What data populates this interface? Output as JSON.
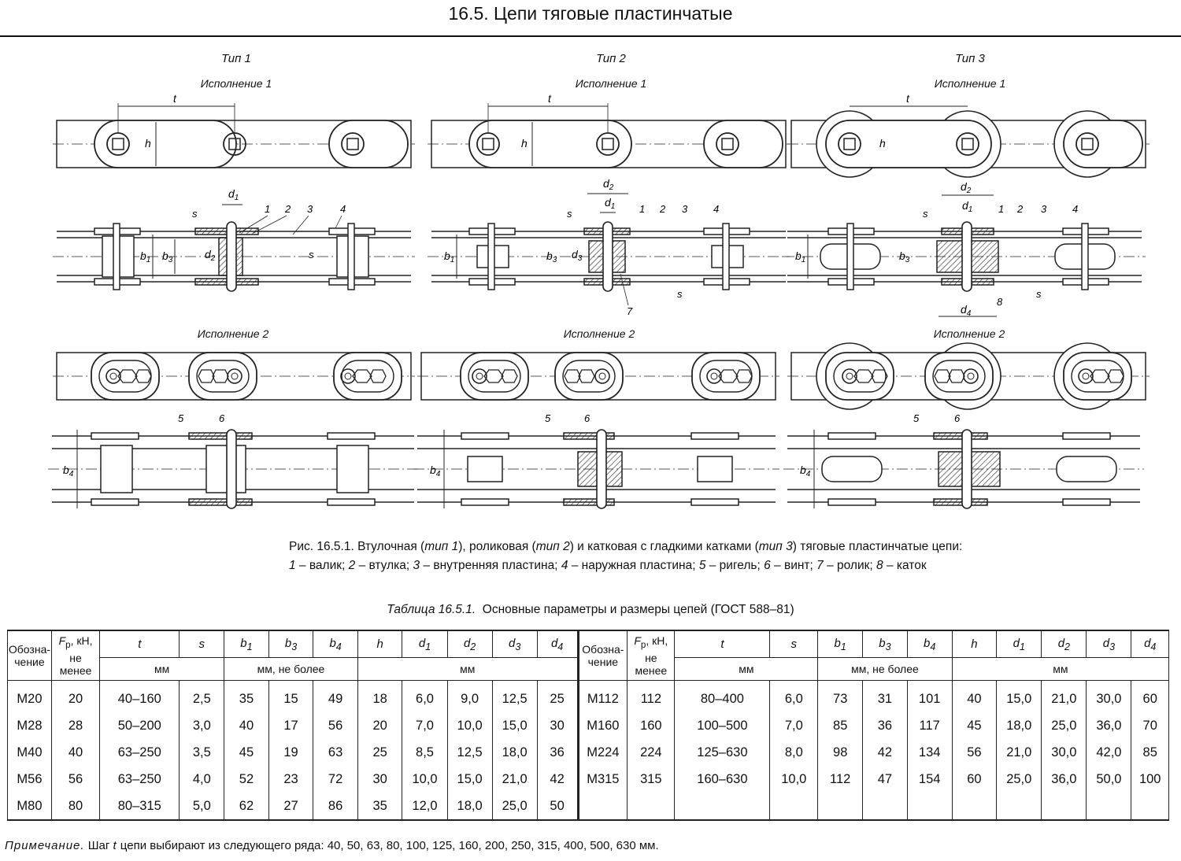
{
  "header": {
    "title": "16.5.  Цепи тяговые пластинчатые"
  },
  "figure": {
    "types": [
      {
        "type": "Тип 1",
        "variant1": "Исполнение 1",
        "variant2": "Исполнение 2"
      },
      {
        "type": "Тип 2",
        "variant1": "Исполнение 1",
        "variant2": "Исполнение 2"
      },
      {
        "type": "Тип 3",
        "variant1": "Исполнение 1",
        "variant2": "Исполнение 2"
      }
    ],
    "dimension_labels": {
      "t": "t",
      "h": "h",
      "b1": "b",
      "b3": "b",
      "b4": "b",
      "s": "s",
      "d1": "d",
      "d2": "d",
      "d3": "d",
      "d4": "d"
    },
    "subscripts": {
      "one": "1",
      "two": "2",
      "three": "3",
      "four": "4"
    },
    "part_numbers": [
      "1",
      "2",
      "3",
      "4",
      "5",
      "6",
      "7",
      "8"
    ]
  },
  "caption": {
    "prefix": "Рис. 16.5.1. Втулочная (",
    "t1": "тип 1",
    "mid1": "), роликовая (",
    "t2": "тип 2",
    "mid2": ") и катковая с гладкими катками (",
    "t3": "тип 3",
    "suffix": ") тяговые пластинчатые цепи:",
    "legend": [
      {
        "num": "1",
        "text": " – валик; "
      },
      {
        "num": "2",
        "text": " – втулка; "
      },
      {
        "num": "3",
        "text": " – внутренняя пластина; "
      },
      {
        "num": "4",
        "text": " – наружная пластина; "
      },
      {
        "num": "5",
        "text": " – ригель; "
      },
      {
        "num": "6",
        "text": " – винт; "
      },
      {
        "num": "7",
        "text": " – ролик; "
      },
      {
        "num": "8",
        "text": " – каток"
      }
    ]
  },
  "table": {
    "caption_prefix": "Таблица 16.5.1.",
    "caption_text": "Основные параметры и размеры цепей (ГОСТ 588–81)",
    "col_designation": "Обозна-\nчение",
    "col_fp_main": "F",
    "col_fp_sub": "р",
    "col_fp_rest": ", кН,\nне\nменее",
    "cols": {
      "t": "t",
      "s": "s",
      "b1": "b",
      "b1s": "1",
      "b3": "b",
      "b3s": "3",
      "b4": "b",
      "b4s": "4",
      "h": "h",
      "d1": "d",
      "d1s": "1",
      "d2": "d",
      "d2s": "2",
      "d3": "d",
      "d3s": "3",
      "d4": "d",
      "d4s": "4"
    },
    "unit_mm": "мм",
    "unit_mm_max": "мм, не более",
    "left_rows": [
      [
        "М20",
        "20",
        "40–160",
        "2,5",
        "35",
        "15",
        "49",
        "18",
        "6,0",
        "9,0",
        "12,5",
        "25"
      ],
      [
        "М28",
        "28",
        "50–200",
        "3,0",
        "40",
        "17",
        "56",
        "20",
        "7,0",
        "10,0",
        "15,0",
        "30"
      ],
      [
        "М40",
        "40",
        "63–250",
        "3,5",
        "45",
        "19",
        "63",
        "25",
        "8,5",
        "12,5",
        "18,0",
        "36"
      ],
      [
        "М56",
        "56",
        "63–250",
        "4,0",
        "52",
        "23",
        "72",
        "30",
        "10,0",
        "15,0",
        "21,0",
        "42"
      ],
      [
        "М80",
        "80",
        "80–315",
        "5,0",
        "62",
        "27",
        "86",
        "35",
        "12,0",
        "18,0",
        "25,0",
        "50"
      ]
    ],
    "right_rows": [
      [
        "М112",
        "112",
        "80–400",
        "6,0",
        "73",
        "31",
        "101",
        "40",
        "15,0",
        "21,0",
        "30,0",
        "60"
      ],
      [
        "М160",
        "160",
        "100–500",
        "7,0",
        "85",
        "36",
        "117",
        "45",
        "18,0",
        "25,0",
        "36,0",
        "70"
      ],
      [
        "М224",
        "224",
        "125–630",
        "8,0",
        "98",
        "42",
        "134",
        "56",
        "21,0",
        "30,0",
        "42,0",
        "85"
      ],
      [
        "М315",
        "315",
        "160–630",
        "10,0",
        "112",
        "47",
        "154",
        "60",
        "25,0",
        "36,0",
        "50,0",
        "100"
      ],
      [
        "",
        "",
        "",
        "",
        "",
        "",
        "",
        "",
        "",
        "",
        "",
        ""
      ]
    ]
  },
  "note": {
    "label": "Примечание.",
    "text_prefix": "  Шаг ",
    "t": "t",
    "text_suffix": " цепи выбирают из следующего ряда: 40, 50, 63, 80, 100, 125, 160, 200, 250, 315, 400, 500, 630 мм."
  }
}
